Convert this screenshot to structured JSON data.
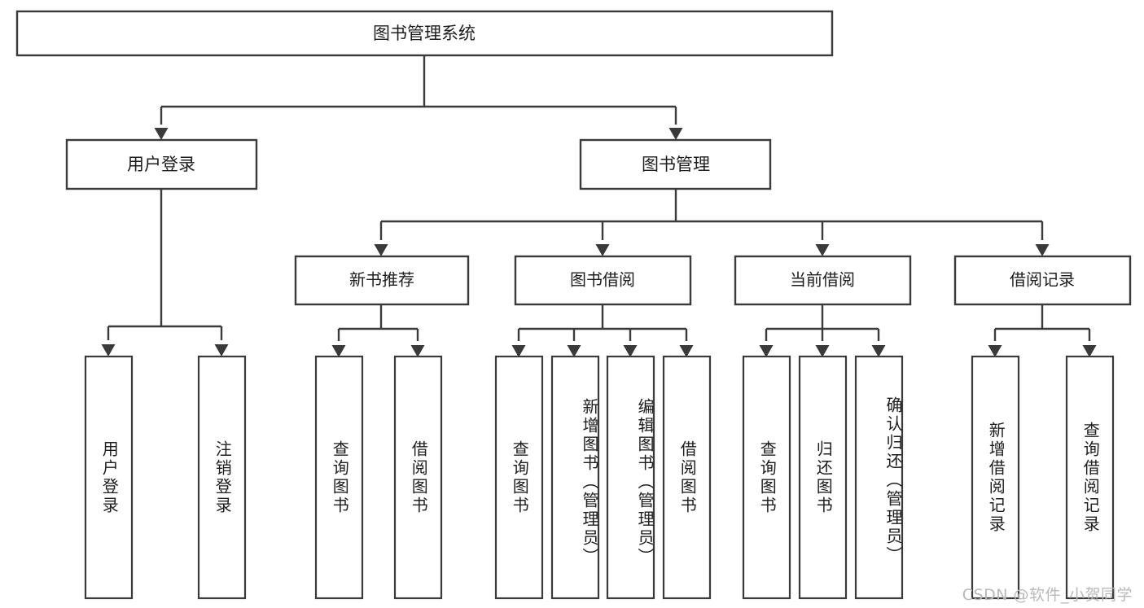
{
  "diagram": {
    "type": "tree",
    "title": "图书管理系统",
    "orientation": "top-down",
    "colors": {
      "box_stroke": "#3a3a3a",
      "box_fill": "#ffffff",
      "text": "#1d1d1d",
      "connector": "#3a3a3a",
      "watermark": "#b9b9b9",
      "background": "#ffffff"
    },
    "root": {
      "label": "图书管理系统"
    },
    "level2": [
      {
        "label": "用户登录"
      },
      {
        "label": "图书管理"
      }
    ],
    "level3": [
      {
        "label": "新书推荐"
      },
      {
        "label": "图书借阅"
      },
      {
        "label": "当前借阅"
      },
      {
        "label": "借阅记录"
      }
    ],
    "leaves": {
      "user_login": [
        {
          "label": "用户登录"
        },
        {
          "label": "注销登录"
        }
      ],
      "new_book_recommend": [
        {
          "label": "查询图书"
        },
        {
          "label": "借阅图书"
        }
      ],
      "book_borrow": [
        {
          "label": "查询图书"
        },
        {
          "label": "新增图书（管理员）"
        },
        {
          "label": "编辑图书（管理员）"
        },
        {
          "label": "借阅图书"
        }
      ],
      "current_borrow": [
        {
          "label": "查询图书"
        },
        {
          "label": "归还图书"
        },
        {
          "label": "确认归还（管理员）"
        }
      ],
      "borrow_record": [
        {
          "label": "新增借阅记录"
        },
        {
          "label": "查询借阅记录"
        }
      ]
    }
  },
  "watermark": {
    "text": "CSDN @软件_小贺同学"
  }
}
